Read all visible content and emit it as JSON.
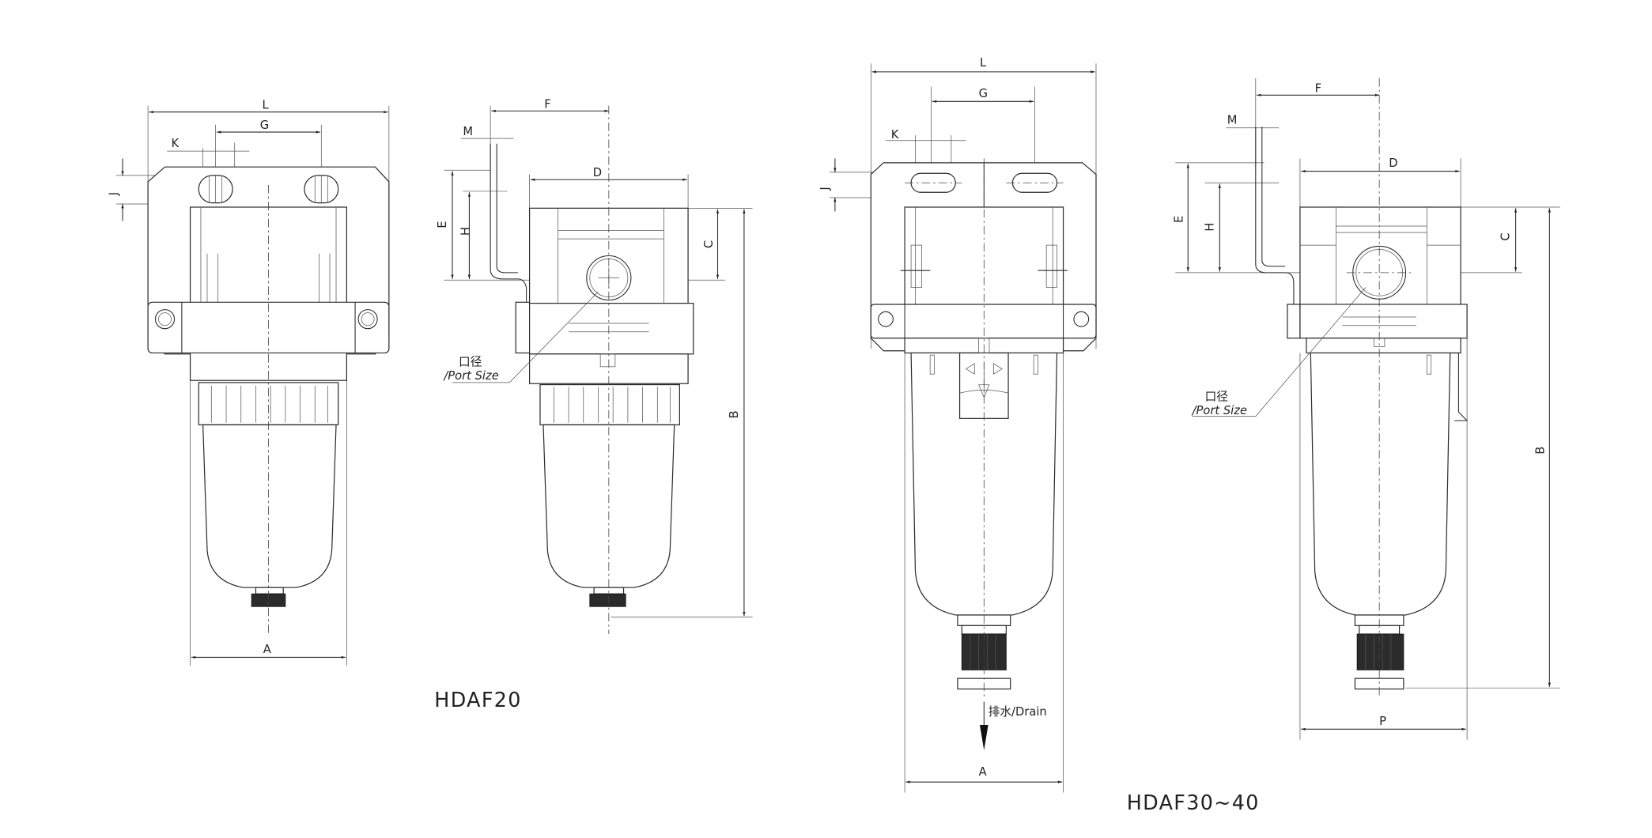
{
  "drawing": {
    "type": "technical dimension drawing",
    "subject": "air filter with bracket, front and side views",
    "line_color": "#2a2a2a",
    "background": "#ffffff"
  },
  "models": [
    {
      "id": "hdaf20",
      "label": "HDAF20"
    },
    {
      "id": "hdaf30_40",
      "label": "HDAF30~40"
    }
  ],
  "views": {
    "hdaf20_front": {
      "dims": {
        "L": "L",
        "G": "G",
        "K": "K",
        "J": "J",
        "A": "A"
      }
    },
    "hdaf20_side": {
      "dims": {
        "F": "F",
        "M": "M",
        "D": "D",
        "E": "E",
        "H": "H",
        "C": "C",
        "B": "B"
      },
      "port_note": {
        "zh": "口径",
        "en": "/Port Size"
      }
    },
    "hdaf30_front": {
      "dims": {
        "L": "L",
        "G": "G",
        "K": "K",
        "J": "J",
        "A": "A"
      },
      "drain_note": "排水/Drain"
    },
    "hdaf30_side": {
      "dims": {
        "F": "F",
        "M": "M",
        "D": "D",
        "E": "E",
        "H": "H",
        "C": "C",
        "B": "B",
        "P": "P"
      },
      "port_note": {
        "zh": "口径",
        "en": "/Port Size"
      }
    }
  }
}
